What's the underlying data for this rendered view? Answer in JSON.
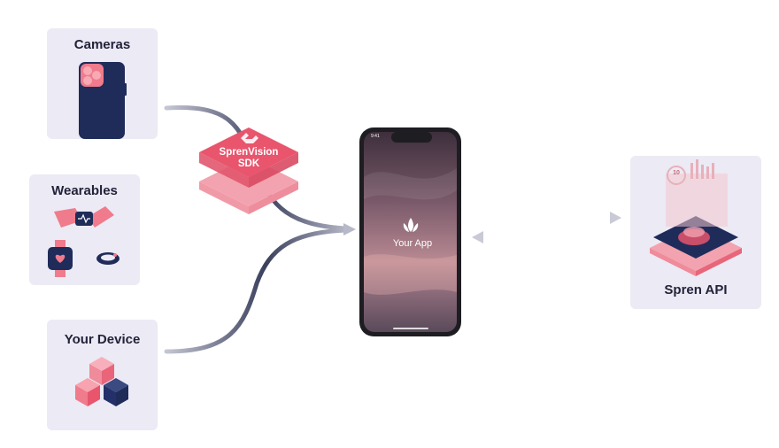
{
  "sources": {
    "cameras": {
      "title": "Cameras"
    },
    "wearables": {
      "title": "Wearables"
    },
    "your_device": {
      "title": "Your Device"
    }
  },
  "sdk": {
    "line1": "SprenVision",
    "line2": "SDK"
  },
  "phone": {
    "app_label": "Your App",
    "status_time": "9:41"
  },
  "api": {
    "title": "Spren API",
    "badge": "10"
  },
  "colors": {
    "card_bg": "#eceaf4",
    "accent_pink": "#e8556d",
    "navy": "#1f2c5a",
    "connector": "#3a3f5c"
  }
}
